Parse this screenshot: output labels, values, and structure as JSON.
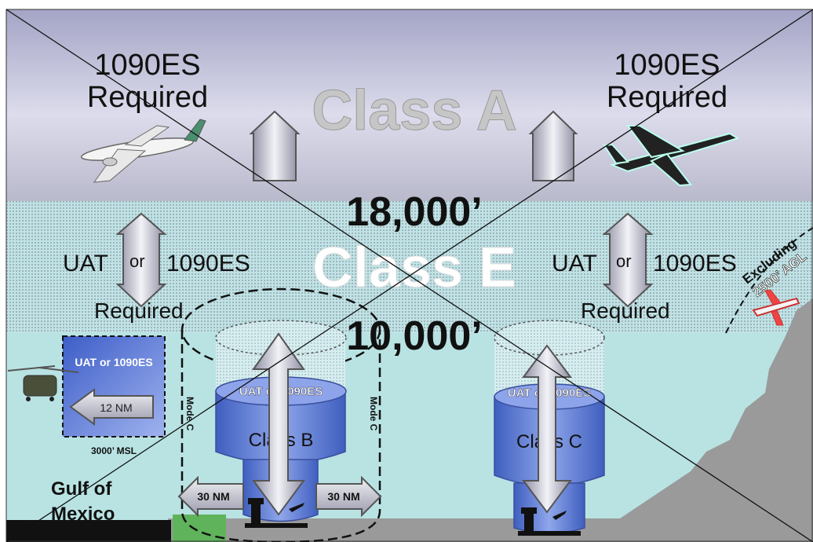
{
  "left_required_line1": "1090ES",
  "left_required_line2": "Required",
  "right_required_line1": "1090ES",
  "right_required_line2": "Required",
  "class_a": "Class A",
  "alt_18000": "18,000’",
  "class_e": "Class E",
  "alt_10000": "10,000’",
  "uat": "UAT",
  "or": "or",
  "es1090": "1090ES",
  "required": "Required",
  "excluding_line1": "Excluding",
  "excluding_line2": "2500’ AGL",
  "gulf_box_label": "UAT or 1090ES",
  "gulf_box_nm": "12 NM",
  "gulf_box_msl": "3000’ MSL",
  "class_b_req": "UAT or 1090ES",
  "class_b": "Class B",
  "class_c_req": "UAT or 1090ES",
  "class_c": "Class C",
  "mode_c": "Mode C",
  "nm30": "30 NM",
  "gulf_line1": "Gulf of",
  "gulf_line2": "Mexico",
  "colors": {
    "class_a_top": "#a9a9c9",
    "class_e_band": "#bfe0e3",
    "low_sky": "#b9e3e3",
    "land": "#9c9c9c",
    "cylinder_blue": "#4f6fd0",
    "arrow_grey": "#b9b9c6"
  }
}
